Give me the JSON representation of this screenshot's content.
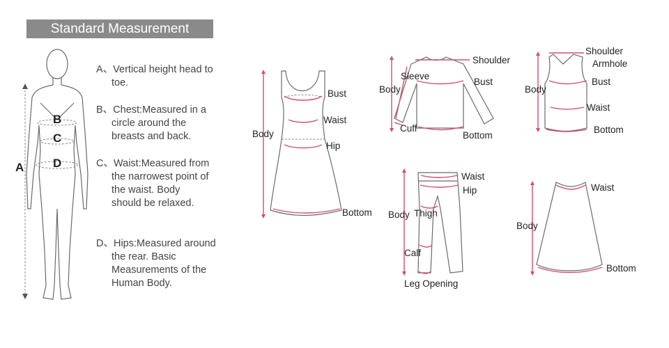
{
  "header": {
    "title": "Standard Measurement"
  },
  "body_letters": {
    "a": "A",
    "b": "B",
    "c": "C",
    "d": "D"
  },
  "descriptions": [
    {
      "prefix": "A、",
      "text": "Vertical height head to toe."
    },
    {
      "prefix": "B、",
      "text": "Chest:Measured in a circle around the breasts and back."
    },
    {
      "prefix": "C、",
      "text": "Waist:Measured from the narrowest point of the waist. Body should be relaxed."
    },
    {
      "prefix": "D、",
      "text": "Hips:Measured around the rear. Basic Measurements of the Human Body."
    }
  ],
  "dress": {
    "bust": "Bust",
    "waist": "Waist",
    "hip": "Hip",
    "body": "Body",
    "bottom": "Bottom"
  },
  "longsleeve": {
    "shoulder": "Shoulder",
    "sleeve": "Sleeve",
    "bust": "Bust",
    "body": "Body",
    "cuff": "Cuff",
    "bottom": "Bottom"
  },
  "vest": {
    "shoulder": "Shoulder",
    "armhole": "Armhole",
    "bust": "Bust",
    "body": "Body",
    "waist": "Waist",
    "bottom": "Bottom"
  },
  "pants": {
    "waist": "Waist",
    "hip": "Hip",
    "body": "Body",
    "thigh": "Thigh",
    "calf": "Calf",
    "leg_opening": "Leg Opening"
  },
  "skirt": {
    "waist": "Waist",
    "body": "Body",
    "bottom": "Bottom"
  },
  "colors": {
    "measure_line": "#d0506a",
    "outline": "#6a6a6a",
    "title_bg": "#8a8a8a"
  }
}
